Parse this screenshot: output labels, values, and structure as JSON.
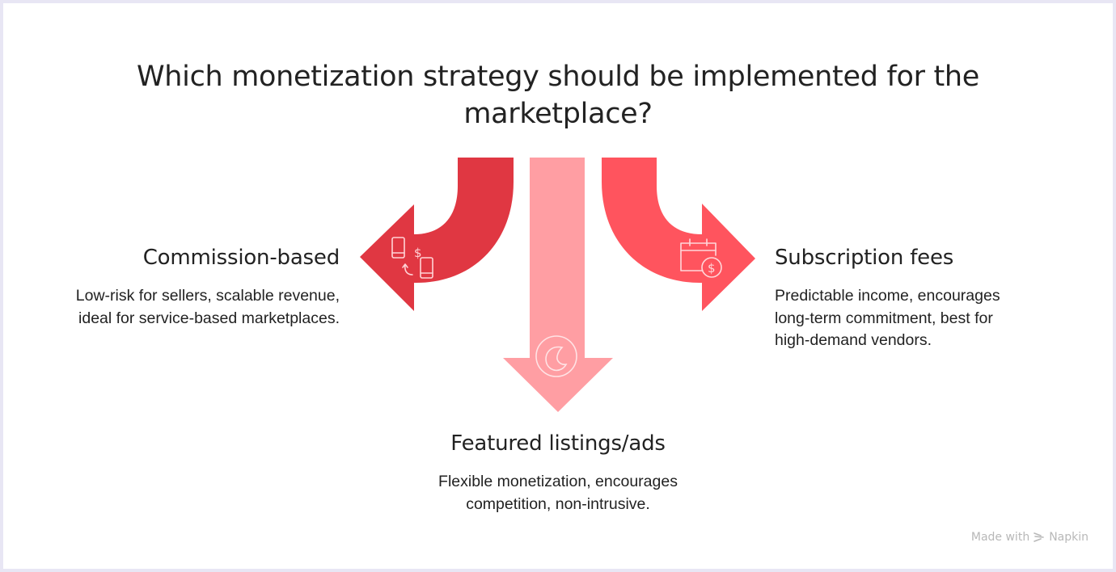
{
  "title": "Which monetization strategy should be implemented for the marketplace?",
  "title_lines": [
    "Which monetization strategy should be implemented for the",
    "marketplace?"
  ],
  "options": [
    {
      "label": "Commission-based",
      "description_lines": [
        "Low-risk for sellers, scalable revenue,",
        "ideal for service-based marketplaces."
      ],
      "direction": "left",
      "color": "#e03742",
      "icon": "phone-money-exchange-icon"
    },
    {
      "label": "Featured listings/ads",
      "description_lines": [
        "Flexible monetization, encourages",
        "competition, non-intrusive."
      ],
      "direction": "down",
      "color": "#ff9ea3",
      "icon": "moon-circle-icon"
    },
    {
      "label": "Subscription fees",
      "description_lines": [
        "Predictable income, encourages",
        "long-term commitment, best for",
        "high-demand vendors."
      ],
      "direction": "right",
      "color": "#ff545e",
      "icon": "calendar-dollar-icon"
    }
  ],
  "watermark": {
    "prefix": "Made with",
    "brand": "Napkin",
    "icon": "napkin-logo-icon"
  },
  "colors": {
    "background_border": "#e8e6f4",
    "text": "#222222",
    "watermark": "#b8b8b8"
  }
}
